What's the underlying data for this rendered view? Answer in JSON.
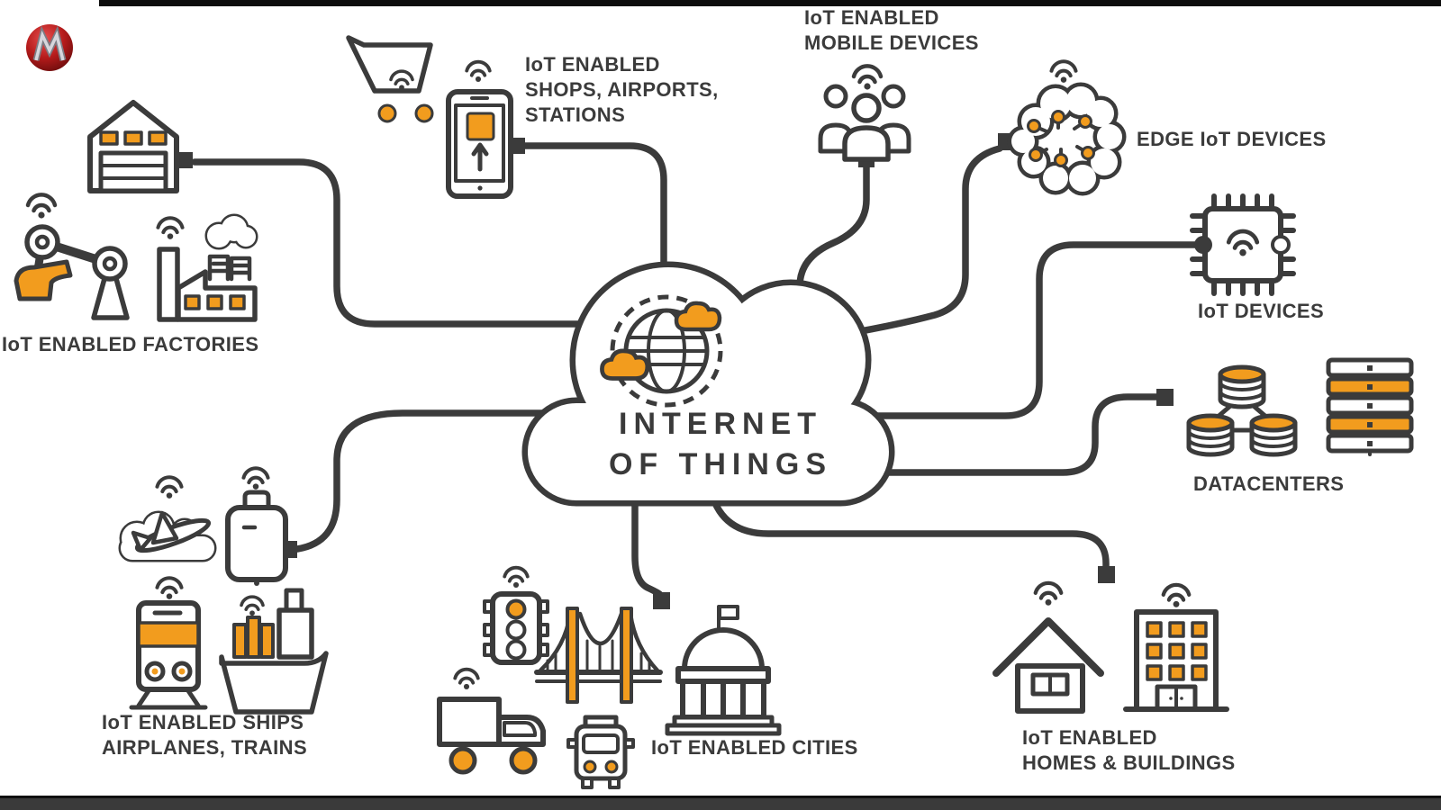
{
  "title": {
    "line1": "INTERNET",
    "line2": "OF THINGS"
  },
  "colors": {
    "ink": "#3B3B3B",
    "accent": "#F29C1E",
    "logo_red": "#B51B1B"
  },
  "brand": {
    "logo": "motorola-style-logo"
  },
  "nodes": {
    "factories": {
      "label": "IoT ENABLED FACTORIES",
      "icons": [
        "wifi-icon",
        "warehouse-icon",
        "robot-arm-icon",
        "factory-icon"
      ]
    },
    "shops": {
      "label": "IoT ENABLED\nSHOPS, AIRPORTS,\nSTATIONS",
      "icons": [
        "shopping-cart-icon",
        "smartphone-icon",
        "wifi-icon"
      ]
    },
    "mobile": {
      "label": "IoT ENABLED\nMOBILE DEVICES",
      "icons": [
        "people-group-icon",
        "wifi-icon"
      ]
    },
    "edge": {
      "label": "EDGE IoT DEVICES",
      "icons": [
        "brain-icon",
        "wifi-icon"
      ]
    },
    "devices": {
      "label": "IoT DEVICES",
      "icons": [
        "chip-icon",
        "wifi-icon"
      ]
    },
    "datacenters": {
      "label": "DATACENTERS",
      "icons": [
        "database-icon",
        "server-rack-icon"
      ]
    },
    "homes": {
      "label": "IoT ENABLED\nHOMES & BUILDINGS",
      "icons": [
        "house-icon",
        "building-icon",
        "wifi-icon"
      ]
    },
    "cities": {
      "label": "IoT ENABLED CITIES",
      "icons": [
        "traffic-light-icon",
        "bridge-icon",
        "capitol-icon",
        "truck-icon",
        "car-icon",
        "wifi-icon"
      ]
    },
    "ships": {
      "label": "IoT ENABLED SHIPS\nAIRPLANES, TRAINS",
      "icons": [
        "airplane-icon",
        "luggage-icon",
        "train-icon",
        "ship-icon",
        "wifi-icon"
      ]
    }
  }
}
